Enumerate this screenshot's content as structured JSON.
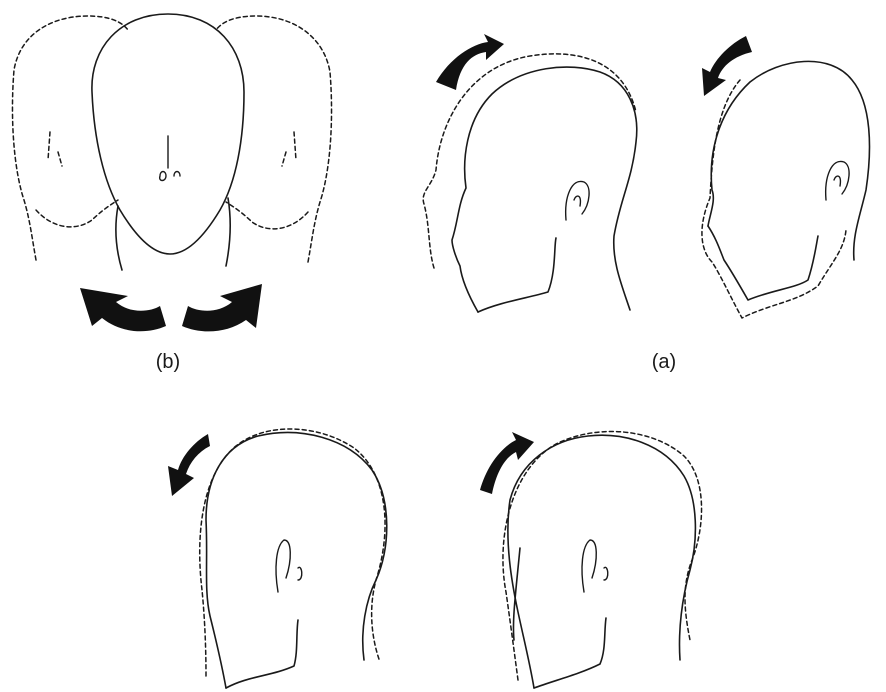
{
  "captions": {
    "panel_b": "(b)",
    "panel_a": "(a)"
  },
  "colors": {
    "ink": "#1a1a1a",
    "arrow_fill": "#111111",
    "background": "#ffffff"
  },
  "icons": {
    "rotation_arrow": "curved-rotation-arrow"
  }
}
